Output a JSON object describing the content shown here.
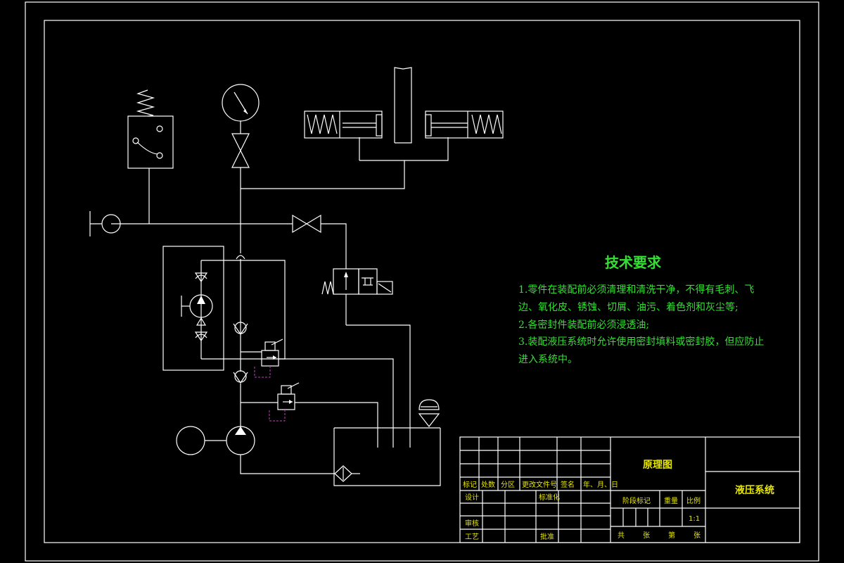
{
  "tech_requirements": {
    "title": "技术要求",
    "lines": [
      "1.零件在装配前必须清理和清洗干净，不得有毛刺、飞",
      "边、氧化皮、锈蚀、切屑、油污、着色剂和灰尘等;",
      "2.各密封件装配前必须浸透油;",
      "3.装配液压系统时允许使用密封填料或密封胶，但应防止",
      "进入系统中。"
    ]
  },
  "title_block": {
    "drawing_name": "原理图",
    "part_name": "液压系统",
    "scale": "1:1",
    "rev_headers": [
      "标记",
      "处数",
      "分区",
      "更改文件号",
      "签名",
      "年、月、日"
    ],
    "role_design": "设计",
    "role_standard": "标准化",
    "role_review": "审核",
    "role_process": "工艺",
    "role_approve": "批准",
    "stage_mark": "阶段标记",
    "weight": "重量",
    "scale_label": "比例",
    "total": "共",
    "sheet": "张",
    "page": "第",
    "sheet2": "张"
  },
  "colors": {
    "line": "#ffffff",
    "text": "#33e033",
    "title_text": "#e6e600",
    "drain": "#c040c0"
  }
}
